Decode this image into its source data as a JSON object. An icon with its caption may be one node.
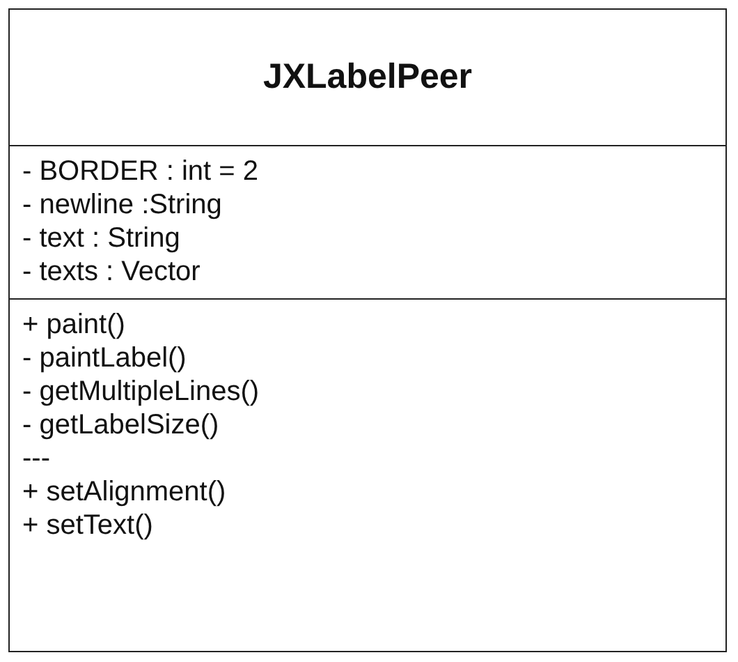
{
  "diagram": {
    "nodes": [
      {
        "text": [
          "JXLabelPeer",
          "- BORDER : int = 2",
          "- newline :String",
          "- text : String",
          "- texts : Vector",
          "+ paint()",
          "- paintLabel()",
          "- getMultipleLines()",
          "- getLabelSize()",
          "---",
          "+ setAlignment()",
          "+ setText()"
        ]
      }
    ]
  }
}
